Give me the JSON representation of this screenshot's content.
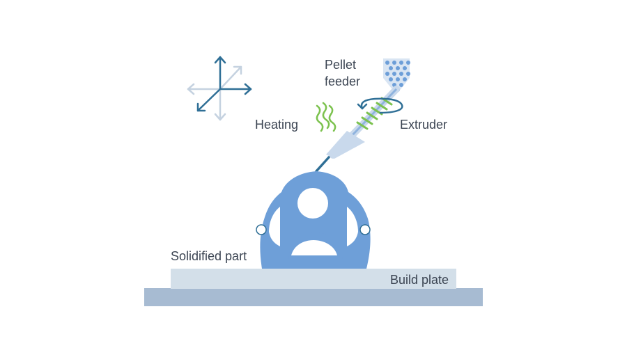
{
  "labels": {
    "pellet_line1": "Pellet",
    "pellet_line2": "feeder",
    "heating": "Heating",
    "extruder": "Extruder",
    "solidified_part": "Solidified part",
    "build_plate": "Build plate"
  },
  "colors": {
    "part_blue": "#6e9fd8",
    "dark_blue": "#2f6f96",
    "light_axis": "#c5d2e0",
    "plate_top": "#d3dfe9",
    "plate_base": "#a7bbd2",
    "heat_green": "#7cc24e",
    "pellet_dots": "#6c9ed8",
    "hopper_bg": "#d9e5f3",
    "nozzle": "#c9d9ec"
  },
  "icons": {
    "axes": "xyz-axes-icon",
    "heat": "heat-waves-icon",
    "rotation": "rotation-arrow-icon",
    "hopper": "pellet-hopper-icon"
  }
}
